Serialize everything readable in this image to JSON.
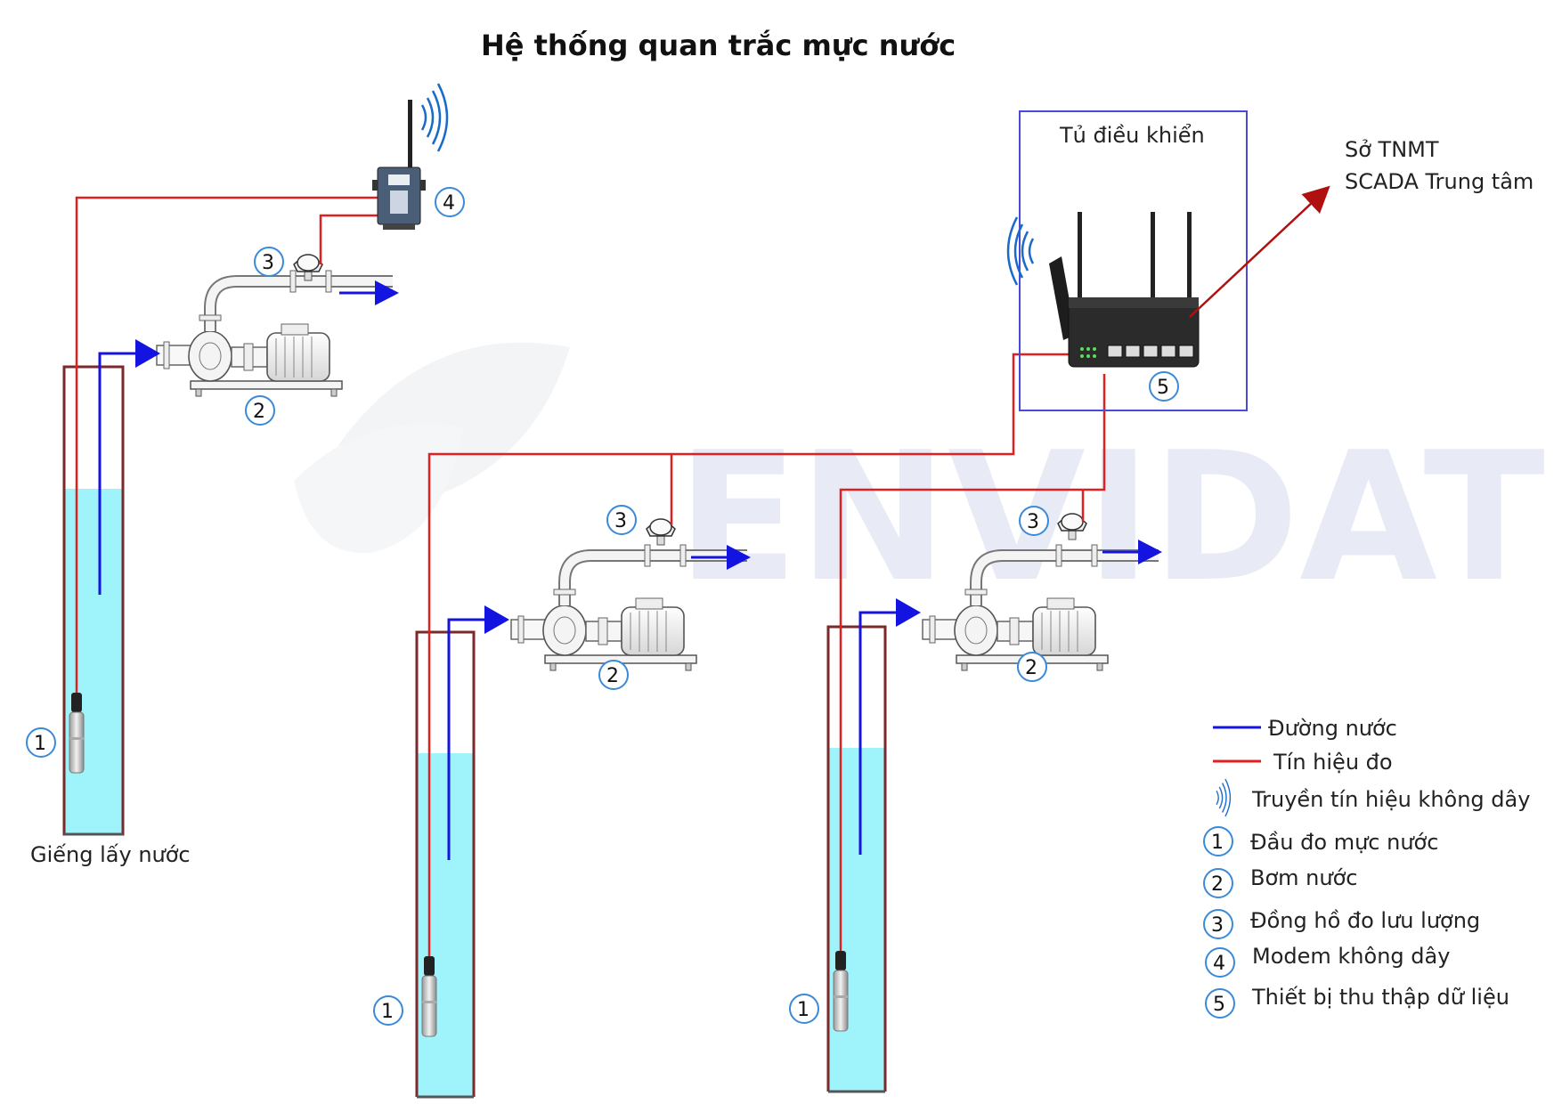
{
  "title": "Hệ thống quan trắc mực nước",
  "watermark": "ENVIDAT",
  "labels": {
    "well": "Giếng lấy nước",
    "cabinet": "Tủ điều khiển",
    "destination_line1": "Sở TNMT",
    "destination_line2": "SCADA Trung tâm"
  },
  "component_numbers": [
    "1",
    "2",
    "3",
    "4",
    "5"
  ],
  "legend": {
    "water_line": "Đường nước",
    "signal_line": "Tín hiệu đo",
    "wireless": "Truyền tín hiệu không dây",
    "items": [
      {
        "num": "1",
        "label": "Đầu đo mực nước"
      },
      {
        "num": "2",
        "label": "Bơm nước"
      },
      {
        "num": "3",
        "label": "Đồng hồ đo lưu lượng"
      },
      {
        "num": "4",
        "label": "Modem không dây"
      },
      {
        "num": "5",
        "label": "Thiết bị thu thập dữ liệu"
      }
    ]
  },
  "colors": {
    "water_line": "#1414e0",
    "signal_line": "#e02020",
    "well_water": "#9ff4fb",
    "well_wall": "#7a2a2a",
    "cabinet_border": "#4a4ad8",
    "arrow_to_center": "#b01010"
  }
}
